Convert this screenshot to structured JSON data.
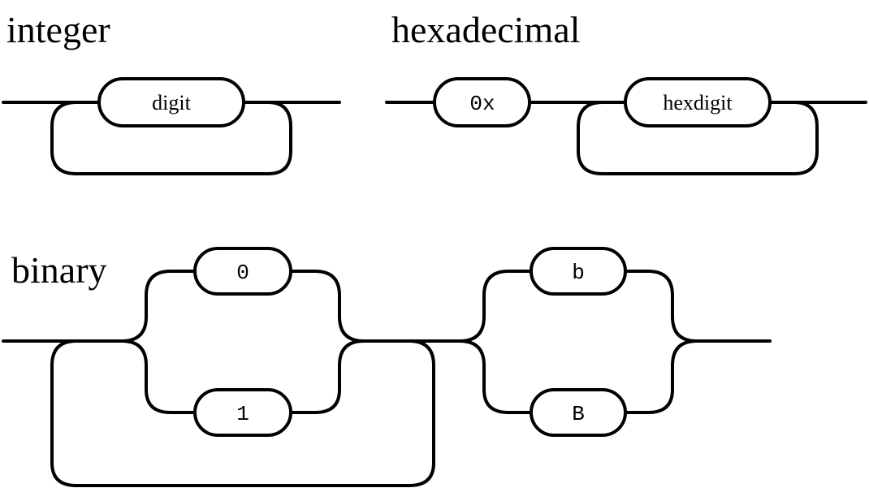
{
  "diagrams": {
    "integer": {
      "title": "integer",
      "digit_label": "digit"
    },
    "hexadecimal": {
      "title": "hexadecimal",
      "prefix_label": "0x",
      "hexdigit_label": "hexdigit"
    },
    "binary": {
      "title": "binary",
      "zero_label": "0",
      "one_label": "1",
      "lower_b_label": "b",
      "upper_b_label": "B"
    }
  }
}
